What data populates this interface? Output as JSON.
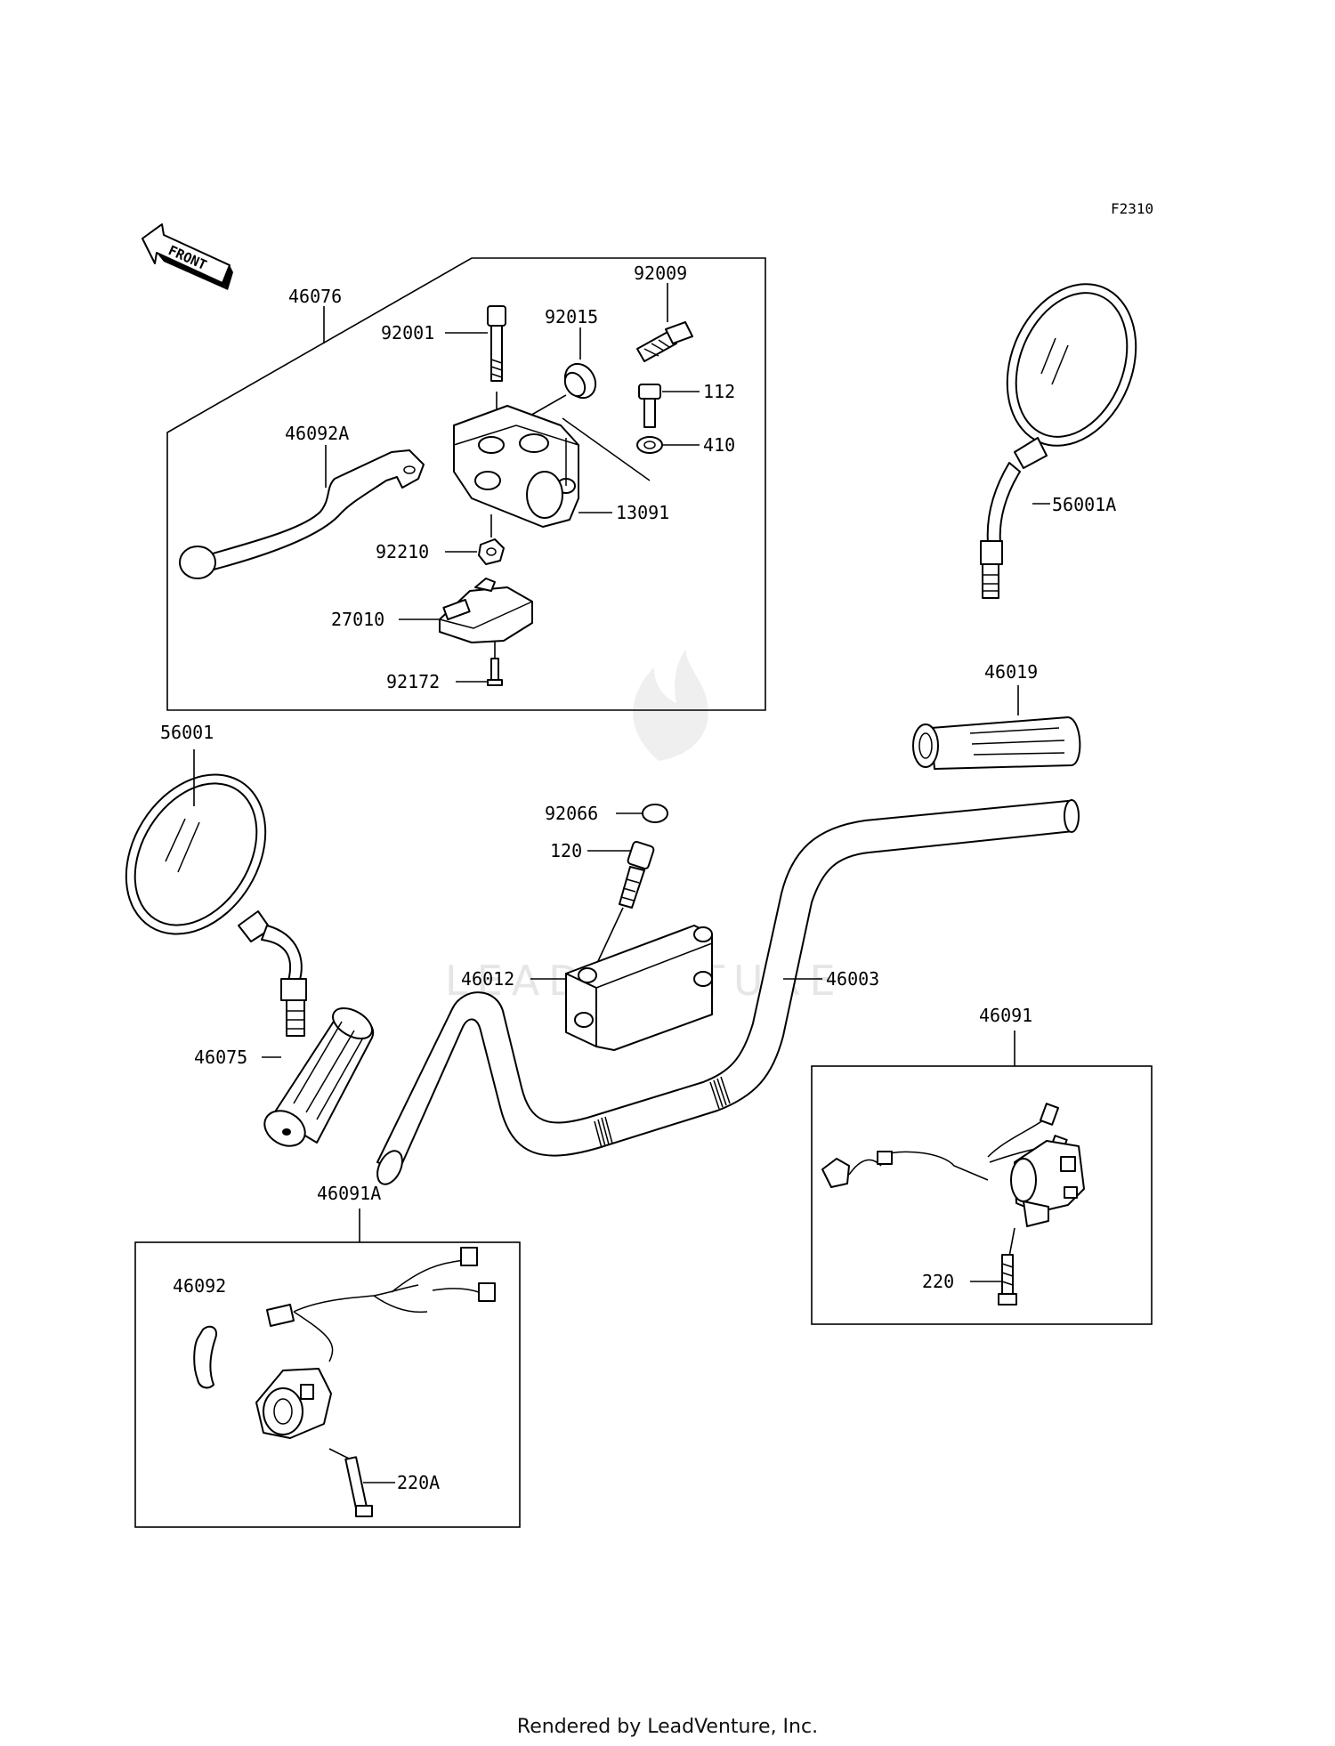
{
  "diagram_ref": "F2310",
  "front_label": "FRONT",
  "watermark_text": "LEADVENTURE",
  "footer": "Rendered by LeadVenture, Inc.",
  "parts": {
    "p46076": "46076",
    "p92009": "92009",
    "p92001": "92001",
    "p92015": "92015",
    "p112": "112",
    "p410": "410",
    "p46092A": "46092A",
    "p13091": "13091",
    "p92210": "92210",
    "p27010": "27010",
    "p92172": "92172",
    "p56001A": "56001A",
    "p46019": "46019",
    "p56001": "56001",
    "p92066": "92066",
    "p120": "120",
    "p46012": "46012",
    "p46003": "46003",
    "p46091": "46091",
    "p46075": "46075",
    "p46091A": "46091A",
    "p46092": "46092",
    "p220": "220",
    "p220A": "220A"
  }
}
